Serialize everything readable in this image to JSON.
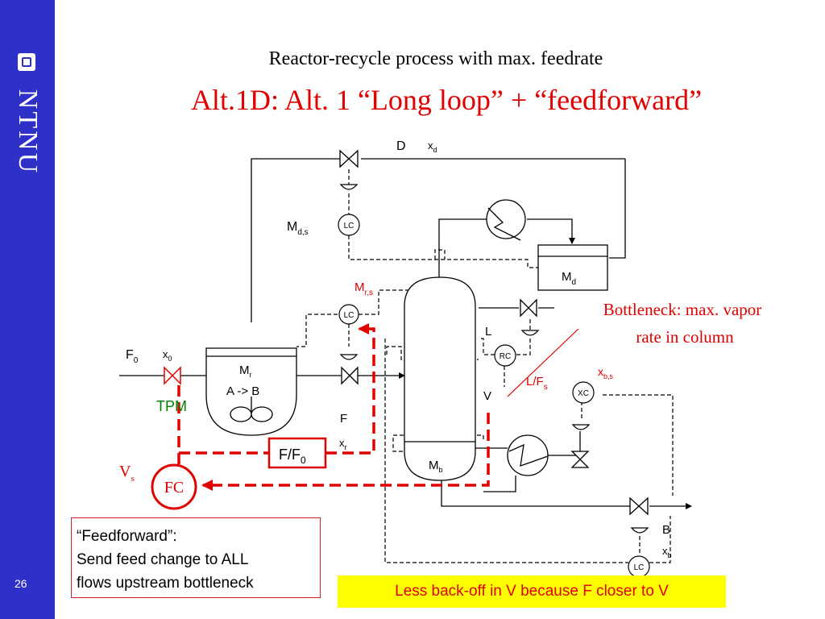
{
  "slide": {
    "title": "Reactor-recycle process with max. feedrate",
    "subtitle": "Alt.1D: Alt. 1 “Long loop” + “feedforward”",
    "page_number": "26",
    "brand": "NTNU"
  },
  "diagram": {
    "labels": {
      "D": "D",
      "xd": "x",
      "xd_sub": "d",
      "Mds": "M",
      "Mds_sub": "d,s",
      "Md": "M",
      "Md_sub": "d",
      "Mrs": "M",
      "Mrs_sub": "r,s",
      "Mr": "M",
      "Mr_sub": "r",
      "reaction": "A -> B",
      "F0": "F",
      "F0_sub": "0",
      "x0": "x",
      "x0_sub": "0",
      "F": "F",
      "xr": "x",
      "xr_sub": "r",
      "L": "L",
      "LFs": "L/F",
      "LFs_sub": "s",
      "V": "V",
      "Mb": "M",
      "Mb_sub": "b",
      "xbs": "x",
      "xbs_sub": "b,s",
      "B": "B",
      "xb": "x",
      "xb_sub": "b",
      "Vs": "V",
      "Vs_sub": "s",
      "TPM": "TPM",
      "ratio": "F/F",
      "ratio_sub": "0"
    },
    "controllers": {
      "lc_top": "LC",
      "lc_reactor": "LC",
      "rc": "RC",
      "xc": "XC",
      "lc_bottom": "LC",
      "fc": "FC"
    },
    "bottleneck_line1": "Bottleneck: max. vapor",
    "bottleneck_line2": "rate in column"
  },
  "callout": {
    "line1": "“Feedforward”:",
    "line2": "Send feed change to ALL",
    "line3": "flows upstream bottleneck"
  },
  "note": "Less back-off in V because F closer to V",
  "colors": {
    "sidebar": "#2e30c8",
    "red": "#e00000",
    "highlight": "#ffff00",
    "tpm_green": "#008000"
  }
}
